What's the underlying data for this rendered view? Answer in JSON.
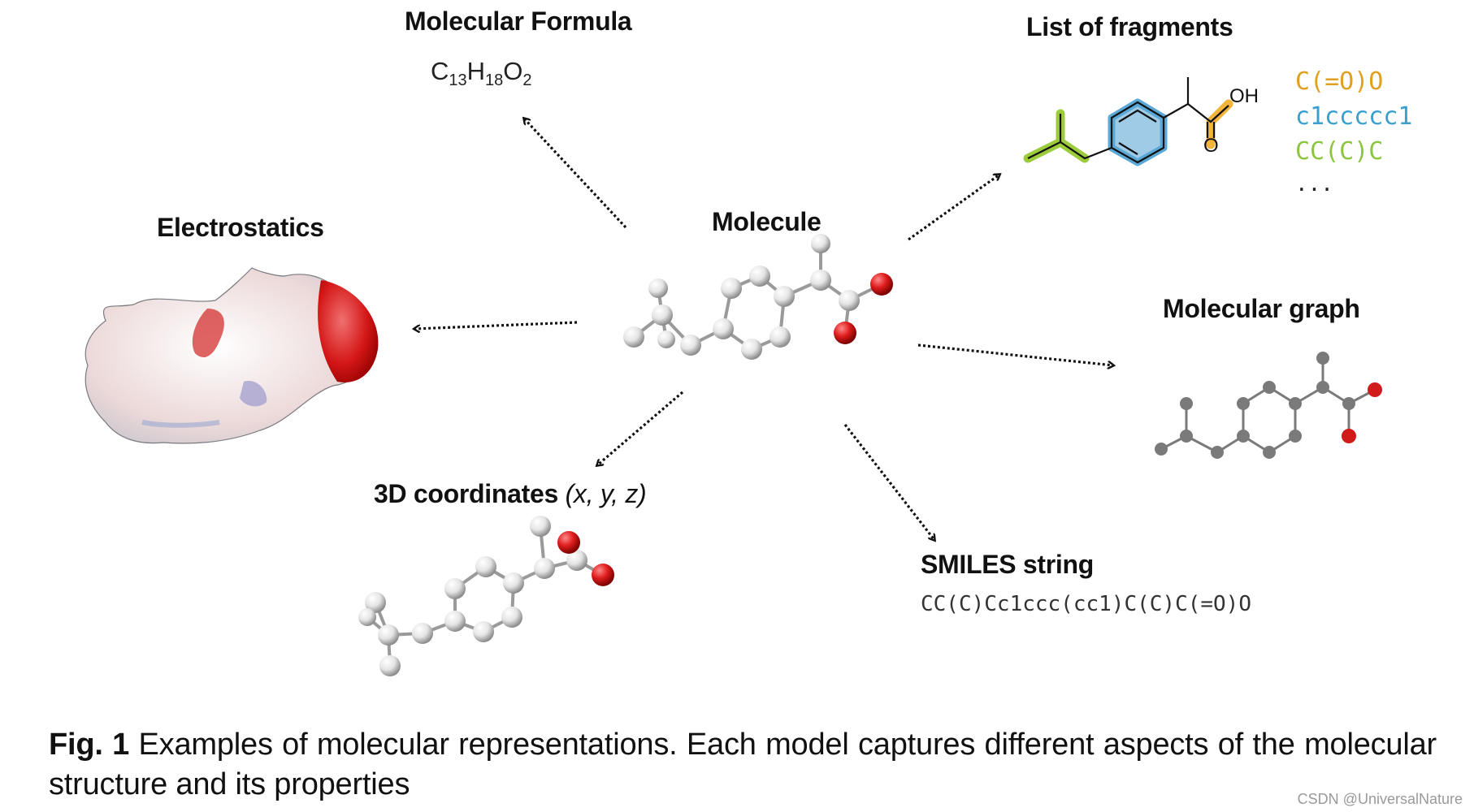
{
  "labels": {
    "molecular_formula": "Molecular Formula",
    "list_of_fragments": "List of fragments",
    "electrostatics": "Electrostatics",
    "molecule": "Molecule",
    "molecular_graph": "Molecular graph",
    "coordinates_3d": "3D coordinates",
    "coordinates_3d_vars": "(x, y, z)",
    "smiles_string": "SMILES string"
  },
  "formula": {
    "C": "C",
    "c_count": "13",
    "H": "H",
    "h_count": "18",
    "O": "O",
    "o_count": "2"
  },
  "fragments": {
    "oh_label": "OH",
    "o_label": "O",
    "items": [
      "C(=O)O",
      "c1ccccc1",
      "CC(C)C",
      "..."
    ],
    "colors": [
      "#e0a020",
      "#3a9fcf",
      "#8cc63f",
      "#222222"
    ]
  },
  "smiles": "CC(C)Cc1ccc(cc1)C(C)C(=O)O",
  "caption": {
    "label": "Fig. 1",
    "text": "Examples of molecular representations. Each model captures different aspects of the molecular structure and its properties"
  },
  "watermark": "CSDN @UniversalNature",
  "colors": {
    "oxygen": "#d11a1a",
    "carbon_graph": "#7a7a7a",
    "atom_3d": "#e8e8e8"
  }
}
